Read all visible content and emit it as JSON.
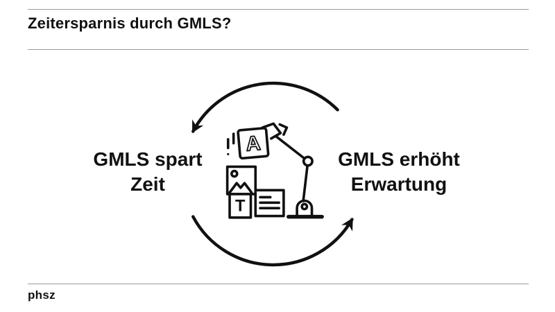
{
  "colors": {
    "ink": "#111111",
    "rule_gray": "#9b9b9b",
    "background": "#ffffff"
  },
  "slide": {
    "title": "Zeitersparnis durch GMLS?",
    "footer_logo": "phsz"
  },
  "diagram": {
    "type": "cycle",
    "left_label": {
      "line1": "GMLS spart",
      "line2": "Zeit"
    },
    "right_label": {
      "line1": "GMLS erhöht",
      "line2": "Erwartung"
    },
    "center_icon": "robot-arm-media-icon",
    "frame_letter": "A",
    "card_letter": "T"
  }
}
